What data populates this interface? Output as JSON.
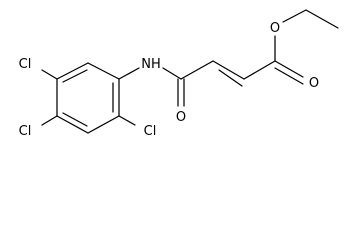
{
  "molecule": {
    "atoms": {
      "cl_top": "Cl",
      "cl_mid": "Cl",
      "cl_right": "Cl",
      "nh": "NH",
      "o_amide": "O",
      "o_ester_ether": "O",
      "o_ester_carbonyl": "O"
    }
  }
}
